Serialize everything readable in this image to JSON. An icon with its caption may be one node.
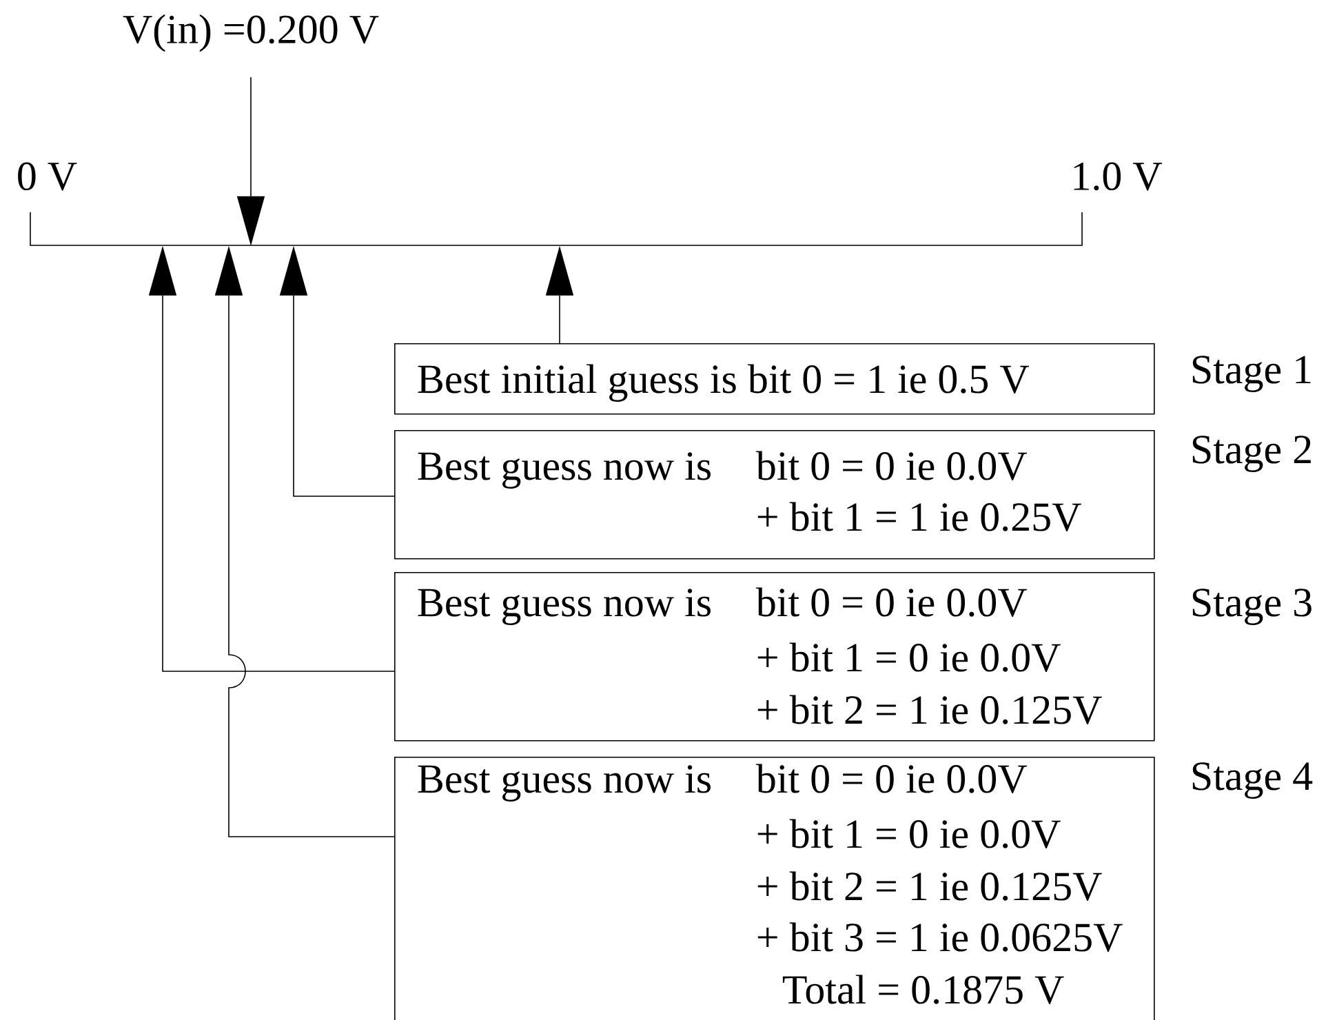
{
  "diagram": {
    "nodes": [
      {
        "text": [
          "V(in) =0.200 V"
        ]
      },
      {
        "text": [],
        "shape": "line",
        "beside": [
          "0 V",
          "1.0 V"
        ]
      },
      {
        "text": [
          "Best initial guess is bit 0 = 1 ie 0.5 V"
        ],
        "beside": [
          "Stage 1"
        ]
      },
      {
        "text": [
          "Best guess now is",
          "bit 0 = 0 ie 0.0V",
          "+ bit 1 = 1 ie 0.25V"
        ],
        "beside": [
          "Stage 2"
        ]
      },
      {
        "text": [
          "Best guess now is",
          "bit 0 = 0 ie 0.0V",
          "+ bit 1 = 0 ie 0.0V",
          "+ bit 2 = 1 ie 0.125V"
        ],
        "beside": [
          "Stage 3"
        ]
      },
      {
        "text": [
          "Best guess now is",
          "bit 0 = 0 ie 0.0V",
          "+ bit 1 = 0 ie 0.0V",
          "+ bit 2 = 1 ie 0.125V",
          "+ bit 3 = 1 ie 0.0625V",
          "Total = 0.1875 V"
        ],
        "beside": [
          "Stage 4"
        ]
      }
    ],
    "edges": [
      {
        "from": 0,
        "to": 1,
        "arrow": "to"
      },
      {
        "from": 2,
        "to": 1,
        "arrow": "to"
      },
      {
        "from": 3,
        "to": 1,
        "arrow": "to"
      },
      {
        "from": 4,
        "to": 1,
        "arrow": "to"
      },
      {
        "from": 5,
        "to": 1,
        "arrow": "to"
      }
    ]
  }
}
